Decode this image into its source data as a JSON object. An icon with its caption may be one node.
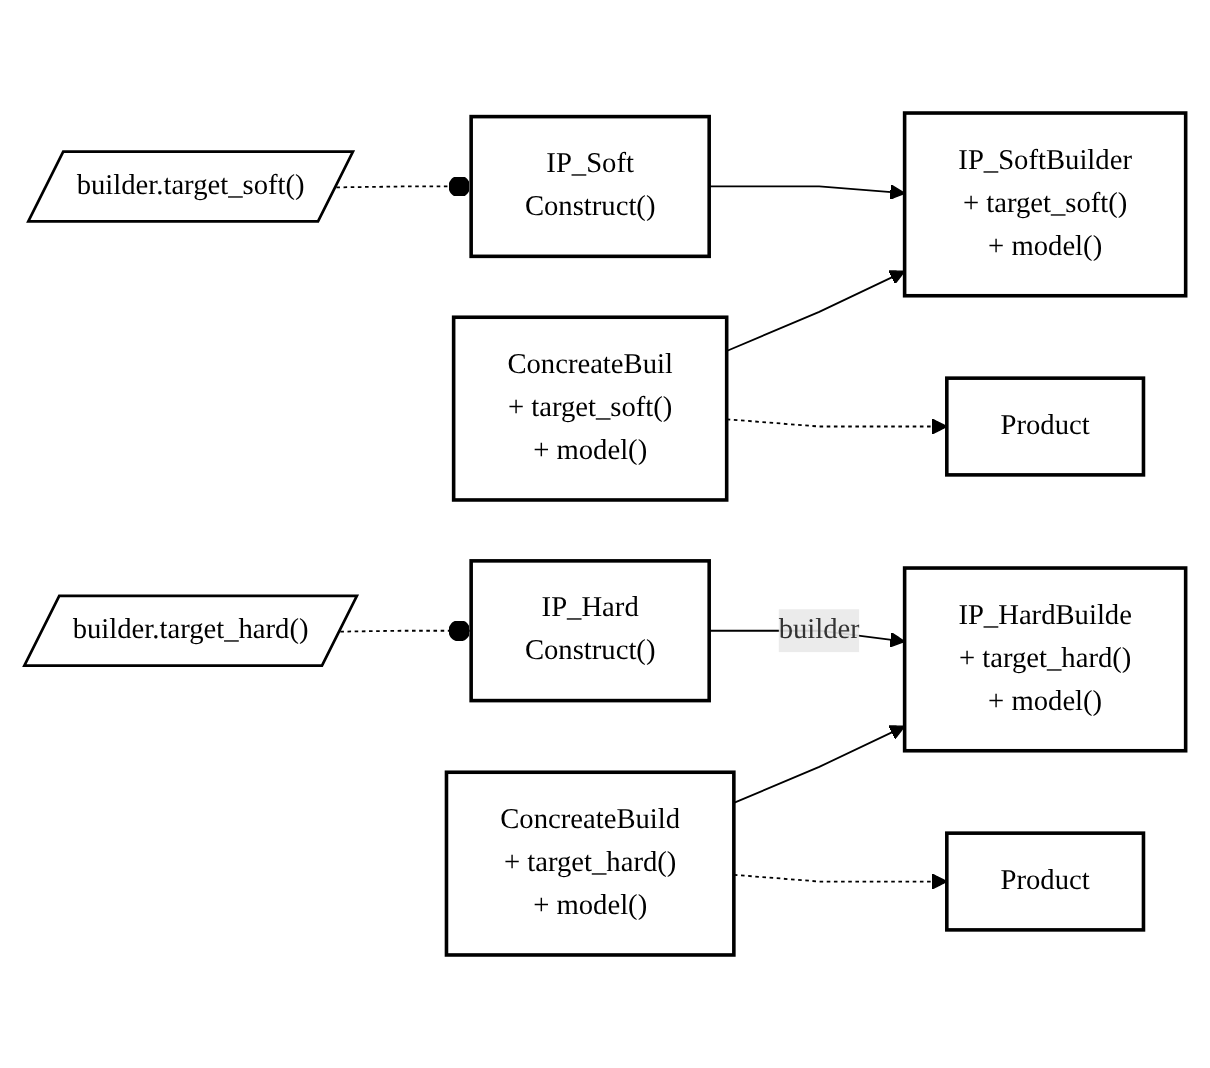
{
  "diagram": {
    "nodes": [
      {
        "text": [
          "IP_Soft",
          "Construct()"
        ]
      },
      {
        "text": [
          "IP_SoftBuilder",
          "+ target_soft()",
          "+ model()"
        ]
      },
      {
        "text": [
          "builder.target_soft()"
        ]
      },
      {
        "text": [
          "ConcreateBuil",
          "+ target_soft()",
          "+ model()"
        ]
      },
      {
        "text": [
          "Product"
        ]
      },
      {
        "text": [
          "IP_Hard",
          "Construct()"
        ]
      },
      {
        "text": [
          "IP_HardBuilde",
          "+ target_hard()",
          "+ model()"
        ]
      },
      {
        "text": [
          "builder.target_hard()"
        ]
      },
      {
        "text": [
          "ConcreateBuild",
          "+ target_hard()",
          "+ model()"
        ]
      },
      {
        "text": [
          "Product"
        ]
      }
    ],
    "edges": [
      {
        "from": 0,
        "to": 1,
        "arrow": "to"
      },
      {
        "from": 0,
        "to": 2,
        "arrow": "other",
        "style": "dashed"
      },
      {
        "from": 3,
        "to": 1,
        "arrow": "to"
      },
      {
        "from": 3,
        "to": 4,
        "arrow": "to",
        "style": "dashed"
      },
      {
        "from": 5,
        "to": 6,
        "arrow": "to",
        "label": "builder"
      },
      {
        "from": 5,
        "to": 7,
        "arrow": "other",
        "style": "dashed"
      },
      {
        "from": 8,
        "to": 6,
        "arrow": "to"
      },
      {
        "from": 8,
        "to": 9,
        "arrow": "to",
        "style": "dashed"
      }
    ]
  }
}
